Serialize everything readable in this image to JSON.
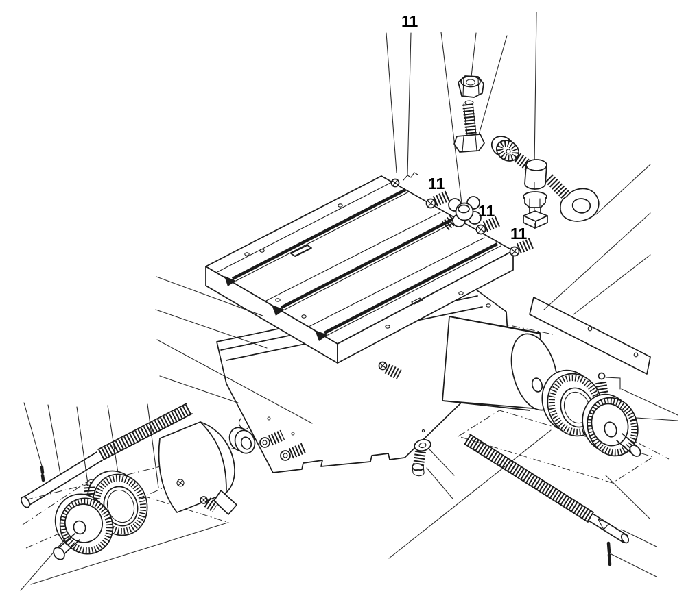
{
  "diagram": {
    "type": "exploded-assembly-line-drawing",
    "background": "#ffffff",
    "ink_color": "#1b1b1b",
    "label_color": "#000000",
    "labels": [
      {
        "text": "11"
      },
      {
        "text": "11"
      },
      {
        "text": "11"
      },
      {
        "text": "11"
      }
    ]
  }
}
